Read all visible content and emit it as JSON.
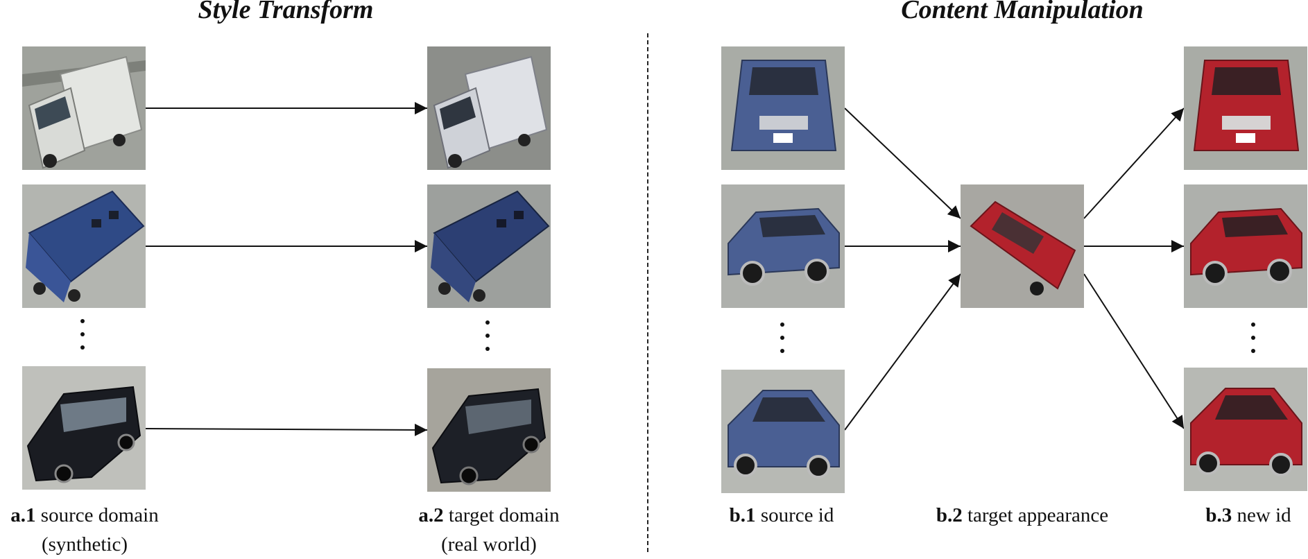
{
  "style_transform": {
    "title": "Style Transform",
    "caption_a1_bold": "a.1",
    "caption_a1_text": " source domain",
    "caption_a1_line2": "(synthetic)",
    "caption_a2_bold": "a.2",
    "caption_a2_text": " target domain",
    "caption_a2_line2": "(real world)"
  },
  "content_manipulation": {
    "title": "Content Manipulation",
    "caption_b1_bold": "b.1",
    "caption_b1_text": " source id",
    "caption_b2_bold": "b.2",
    "caption_b2_text": " target appearance",
    "caption_b3_bold": "b.3",
    "caption_b3_text": " new id"
  },
  "colors": {
    "truck": "#e4e6e2",
    "rv_blue": "#2f4a86",
    "hatchback_black": "#1a1c22",
    "sedan_blue": "#4a5f93",
    "sedan_red": "#b3222c",
    "ground": "#a9aca6"
  }
}
